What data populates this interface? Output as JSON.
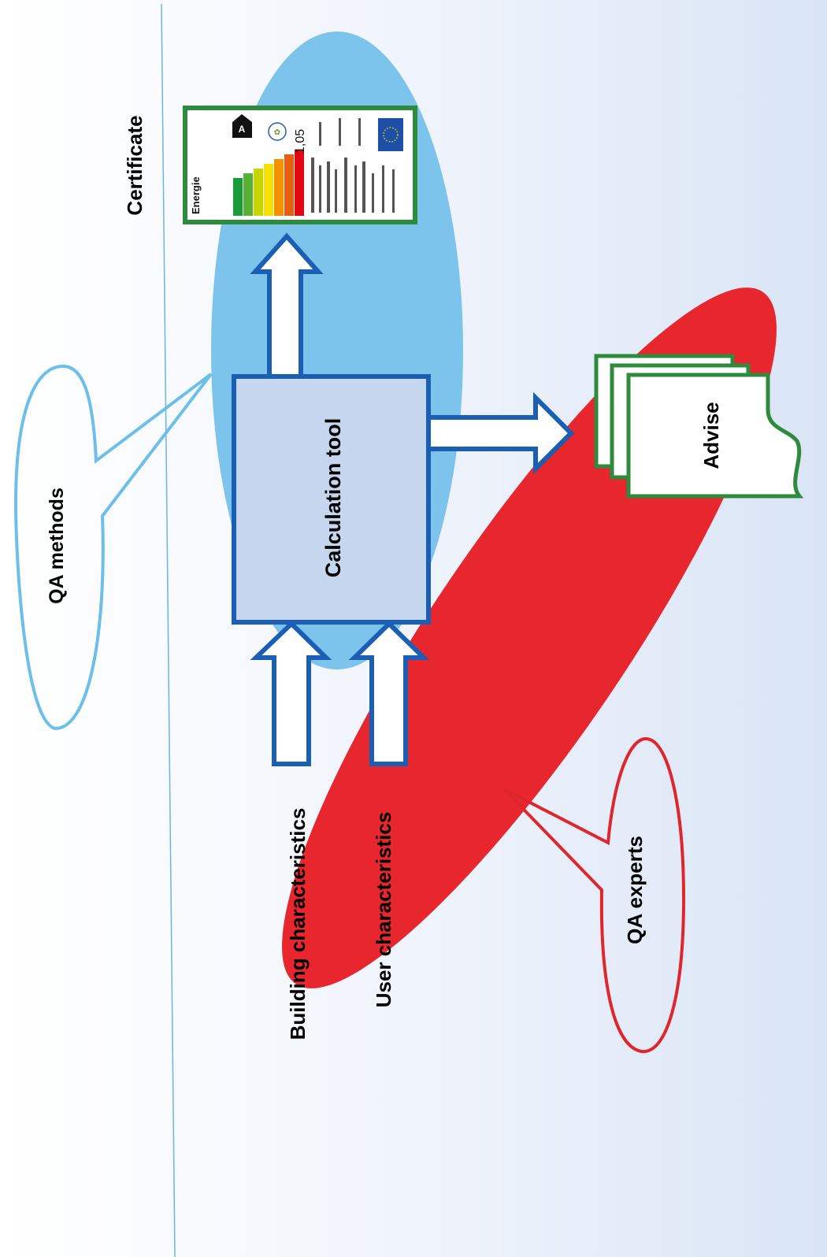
{
  "diagram": {
    "labels": {
      "certificate": "Certificate",
      "qa_methods": "QA methods",
      "calculation_tool": "Calculation tool",
      "advise": "Advise",
      "qa_experts": "QA experts",
      "building_characteristics": "Building characteristics",
      "user_characteristics": "User characteristics"
    },
    "energy_label": {
      "heading": "Energie",
      "value": "1,05",
      "class": "A"
    },
    "colors": {
      "blue_ellipse": "#7cc4ec",
      "red_ellipse": "#e8262d",
      "box_fill": "#c7d6ef",
      "box_border": "#1a5fb4",
      "doc_border": "#2e8b3e",
      "qa_methods_outline": "#6cbfe8",
      "qa_experts_outline": "#e0262d"
    }
  }
}
